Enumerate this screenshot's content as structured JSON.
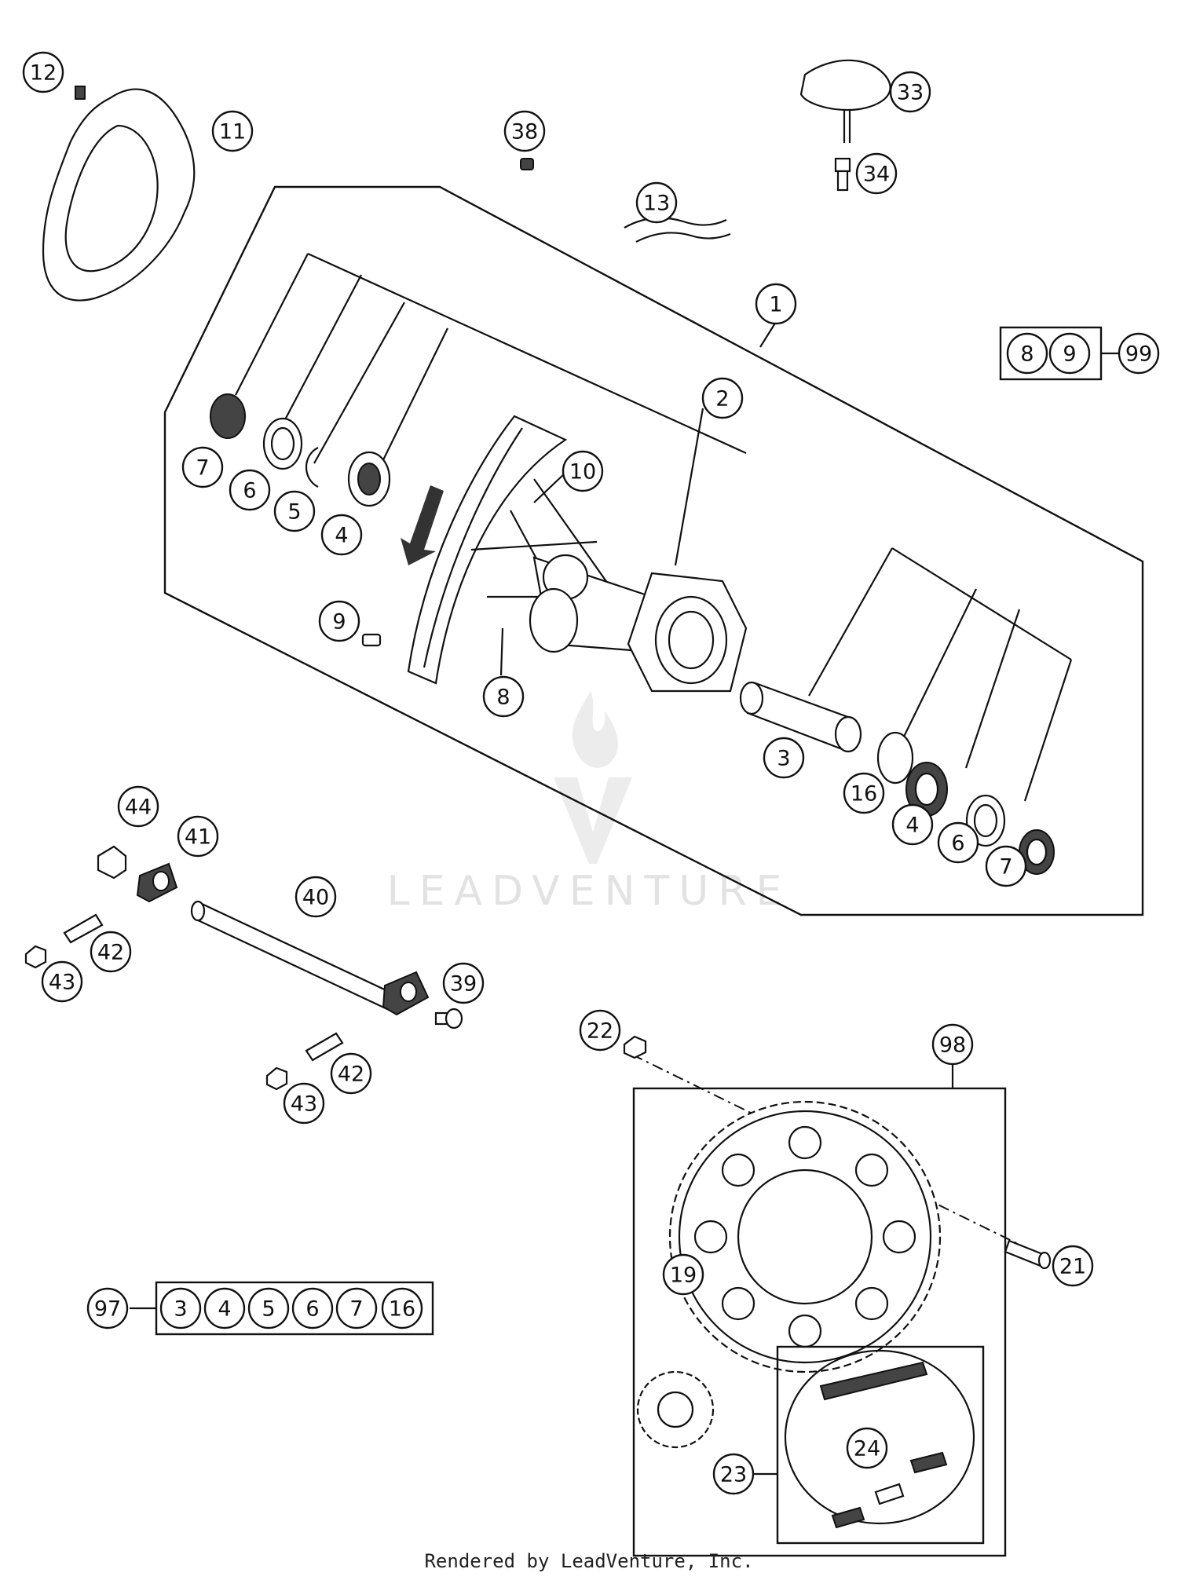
{
  "watermark": "LEADVENTURE",
  "footer": "Rendered by LeadVenture, Inc.",
  "callouts": [
    {
      "id": "12",
      "label": "12"
    },
    {
      "id": "11",
      "label": "11"
    },
    {
      "id": "38",
      "label": "38"
    },
    {
      "id": "13",
      "label": "13"
    },
    {
      "id": "33",
      "label": "33"
    },
    {
      "id": "34",
      "label": "34"
    },
    {
      "id": "1",
      "label": "1"
    },
    {
      "id": "99",
      "label": "99"
    },
    {
      "id": "2",
      "label": "2"
    },
    {
      "id": "10",
      "label": "10"
    },
    {
      "id": "7a",
      "label": "7"
    },
    {
      "id": "6a",
      "label": "6"
    },
    {
      "id": "5",
      "label": "5"
    },
    {
      "id": "4a",
      "label": "4"
    },
    {
      "id": "9",
      "label": "9"
    },
    {
      "id": "8",
      "label": "8"
    },
    {
      "id": "3",
      "label": "3"
    },
    {
      "id": "16",
      "label": "16"
    },
    {
      "id": "4b",
      "label": "4"
    },
    {
      "id": "6b",
      "label": "6"
    },
    {
      "id": "7b",
      "label": "7"
    },
    {
      "id": "44",
      "label": "44"
    },
    {
      "id": "41",
      "label": "41"
    },
    {
      "id": "40",
      "label": "40"
    },
    {
      "id": "42a",
      "label": "42"
    },
    {
      "id": "43a",
      "label": "43"
    },
    {
      "id": "39",
      "label": "39"
    },
    {
      "id": "42b",
      "label": "42"
    },
    {
      "id": "43b",
      "label": "43"
    },
    {
      "id": "22",
      "label": "22"
    },
    {
      "id": "98",
      "label": "98"
    },
    {
      "id": "21",
      "label": "21"
    },
    {
      "id": "19",
      "label": "19"
    },
    {
      "id": "97",
      "label": "97"
    },
    {
      "id": "24",
      "label": "24"
    },
    {
      "id": "23",
      "label": "23"
    }
  ],
  "kit_99": [
    "8",
    "9"
  ],
  "kit_97": [
    "3",
    "4",
    "5",
    "6",
    "7",
    "16"
  ]
}
